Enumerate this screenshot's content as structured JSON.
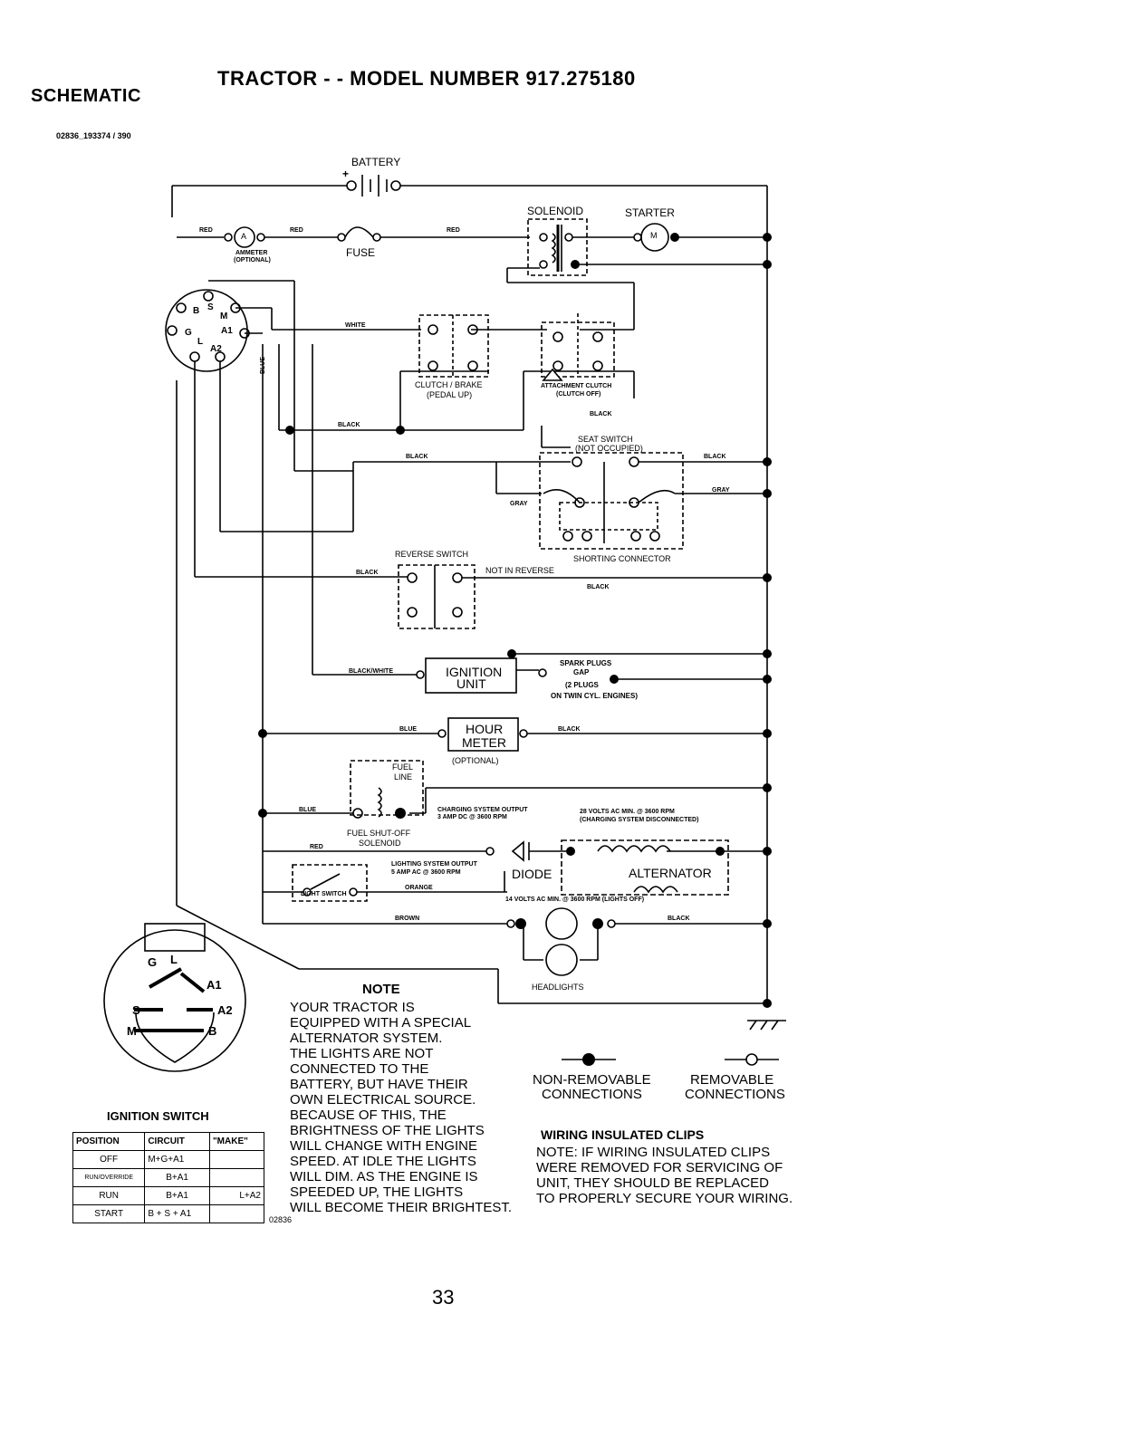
{
  "header": {
    "title": "TRACTOR - - MODEL NUMBER 917.275180",
    "section": "SCHEMATIC",
    "code": "02836_193374 / 390"
  },
  "components": {
    "battery": "BATTERY",
    "solenoid": "SOLENOID",
    "starter": "STARTER",
    "starter_symbol": "M",
    "ammeter_symbol": "A",
    "ammeter": "AMMETER",
    "ammeter_opt": "(OPTIONAL)",
    "fuse": "FUSE",
    "clutch_brake": "CLUTCH / BRAKE",
    "clutch_brake_sub": "(PEDAL UP)",
    "attach_clutch": "ATTACHMENT CLUTCH",
    "attach_clutch_sub": "(CLUTCH OFF)",
    "seat_switch": "SEAT SWITCH",
    "seat_switch_sub": "(NOT OCCUPIED)",
    "shorting_connector": "SHORTING CONNECTOR",
    "reverse_switch": "REVERSE SWITCH",
    "not_in_reverse": "NOT IN REVERSE",
    "ignition_unit": "IGNITION",
    "ignition_unit_2": "UNIT",
    "spark_plugs": "SPARK PLUGS",
    "gap": "GAP",
    "two_plugs": "(2 PLUGS",
    "twin_cyl": "ON TWIN CYL. ENGINES)",
    "hour_meter": "HOUR",
    "hour_meter_2": "METER",
    "hour_meter_opt": "(OPTIONAL)",
    "fuel_line": "FUEL",
    "fuel_line_2": "LINE",
    "fuel_shutoff": "FUEL SHUT-OFF",
    "fuel_shutoff_2": "SOLENOID",
    "charging_output": "CHARGING SYSTEM OUTPUT",
    "charging_output_2": "3 AMP DC @ 3600 RPM",
    "volts28": "28 VOLTS AC MIN. @ 3600 RPM",
    "volts28_2": "(CHARGING SYSTEM DISCONNECTED)",
    "lighting_output": "LIGHTING SYSTEM OUTPUT",
    "lighting_output_2": "5 AMP AC @ 3600 RPM",
    "diode": "DIODE",
    "alternator": "ALTERNATOR",
    "volts14": "14 VOLTS AC MIN. @ 3600 RPM (LIGHTS OFF)",
    "light_switch": "LIGHT SWITCH",
    "headlights": "HEADLIGHTS"
  },
  "wires": {
    "red": "RED",
    "white": "WHITE",
    "blue": "BLUE",
    "black": "BLACK",
    "gray": "GRAY",
    "black_white": "BLACK/WHITE",
    "orange": "ORANGE",
    "brown": "BROWN"
  },
  "ign_terminals": {
    "b": "B",
    "s": "S",
    "m": "M",
    "g": "G",
    "a1": "A1",
    "l": "L",
    "a2": "A2",
    "big_g": "G",
    "big_l": "L",
    "big_a1": "A1",
    "big_s": "S",
    "big_a2": "A2",
    "big_m": "M",
    "big_b": "B"
  },
  "ignition_switch": {
    "title": "IGNITION SWITCH",
    "headers": [
      "POSITION",
      "CIRCUIT",
      "\"MAKE\""
    ],
    "rows": [
      [
        "OFF",
        "M+G+A1",
        ""
      ],
      [
        "RUN/OVERRIDE",
        "B+A1",
        ""
      ],
      [
        "RUN",
        "B+A1",
        "L+A2"
      ],
      [
        "START",
        "B + S + A1",
        ""
      ]
    ],
    "code": "02836"
  },
  "note": {
    "title": "NOTE",
    "lines": [
      "YOUR TRACTOR IS",
      "EQUIPPED WITH A SPECIAL",
      "ALTERNATOR SYSTEM.",
      "THE LIGHTS ARE NOT",
      "CONNECTED TO THE",
      "BATTERY, BUT HAVE THEIR",
      "OWN ELECTRICAL SOURCE.",
      "BECAUSE OF THIS, THE",
      "BRIGHTNESS OF THE LIGHTS",
      "WILL CHANGE WITH ENGINE",
      "SPEED.  AT IDLE THE LIGHTS",
      "WILL DIM.  AS THE ENGINE IS",
      "SPEEDED UP, THE LIGHTS",
      "WILL BECOME THEIR BRIGHTEST."
    ]
  },
  "legend": {
    "non_removable": "NON-REMOVABLE",
    "non_removable_2": "CONNECTIONS",
    "removable": "REMOVABLE",
    "removable_2": "CONNECTIONS"
  },
  "clips": {
    "title": "WIRING INSULATED CLIPS",
    "lines": [
      "NOTE:  IF WIRING INSULATED CLIPS",
      "WERE REMOVED FOR SERVICING OF",
      "UNIT, THEY SHOULD BE REPLACED",
      "TO PROPERLY SECURE YOUR WIRING."
    ]
  },
  "page_number": "33"
}
